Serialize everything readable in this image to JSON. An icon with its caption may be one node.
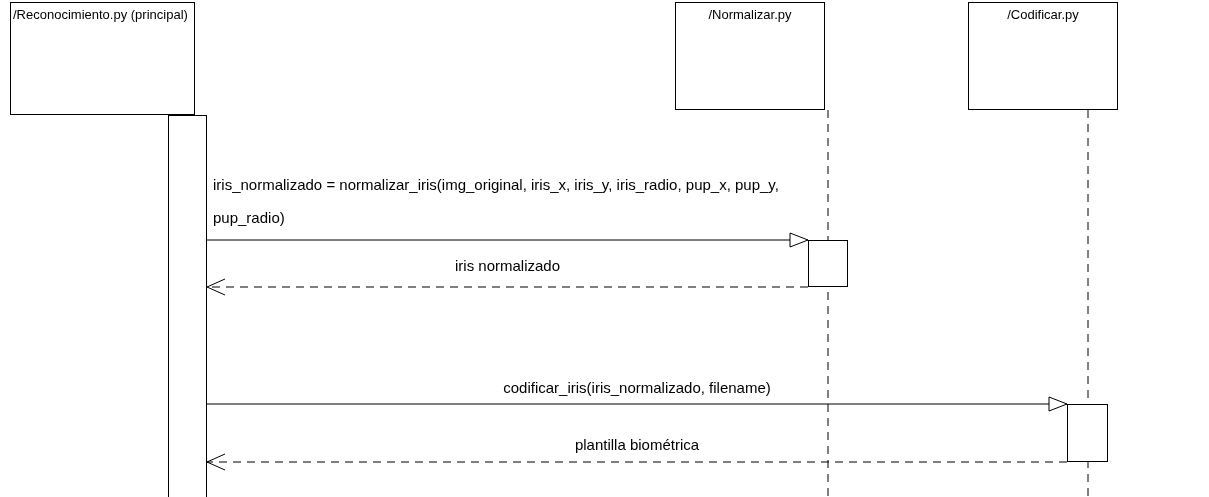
{
  "diagram": {
    "nodes": [
      {
        "text": [
          "/Reconocimiento.py (principal)"
        ]
      },
      {
        "text": [
          "/Normalizar.py"
        ]
      },
      {
        "text": [
          "/Codificar.py"
        ]
      },
      {
        "text": [],
        "shape": "bar"
      },
      {
        "text": [],
        "shape": "bar"
      },
      {
        "text": [],
        "shape": "bar"
      }
    ],
    "edges": [
      {
        "from": 3,
        "to": 4,
        "arrow": "to",
        "label": "iris_normalizado = normalizar_iris(img_original, iris_x, iris_y, iris_radio, pup_x, pup_y, pup_radio)"
      },
      {
        "from": 4,
        "to": 3,
        "arrow": "to",
        "style": "dashed",
        "label": "iris normalizado"
      },
      {
        "from": 3,
        "to": 5,
        "arrow": "to",
        "label": "codificar_iris(iris_normalizado, filename)"
      },
      {
        "from": 5,
        "to": 3,
        "arrow": "to",
        "style": "dashed",
        "label": "plantilla biométrica"
      }
    ]
  }
}
